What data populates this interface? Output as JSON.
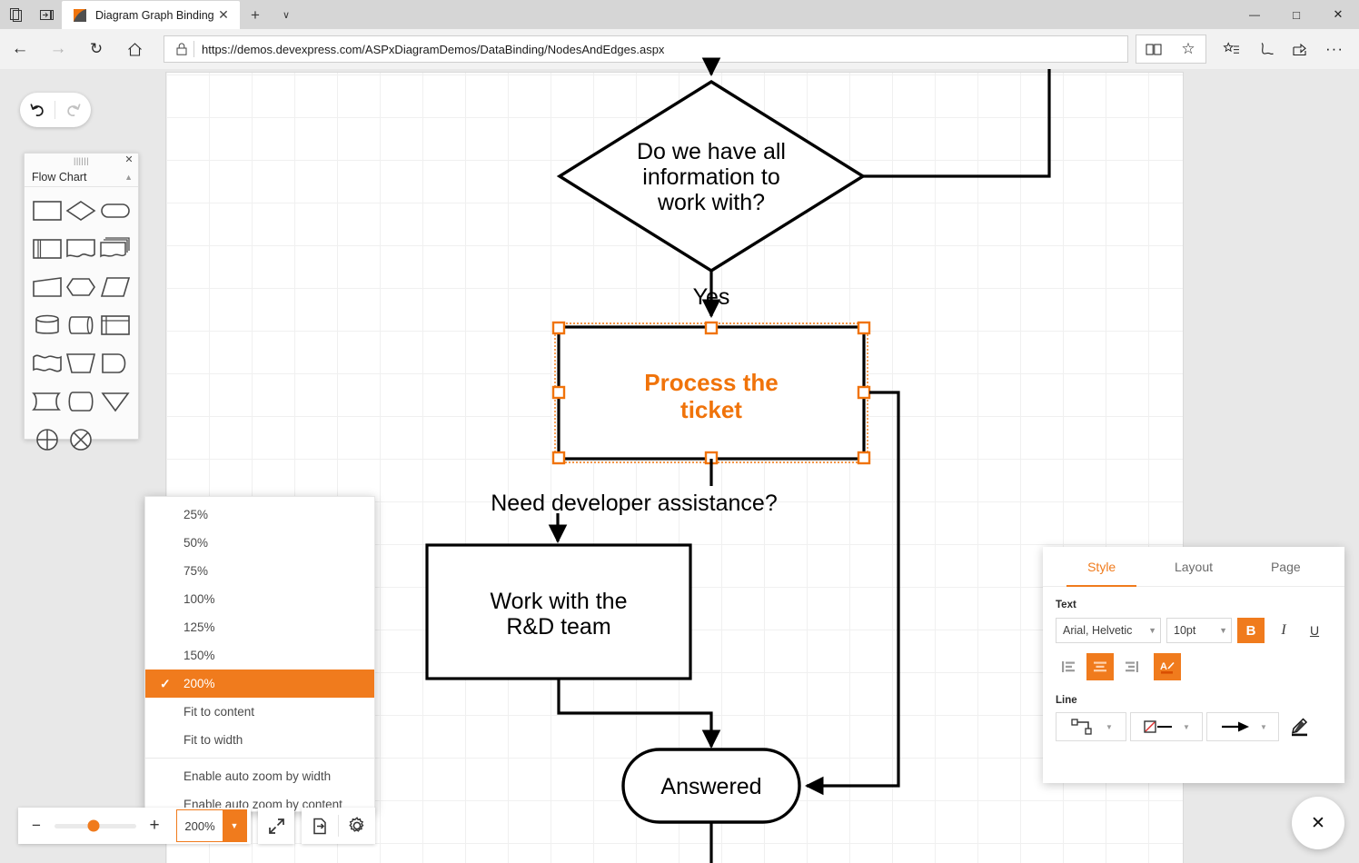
{
  "browser": {
    "tab": {
      "title": "Diagram Graph Binding",
      "favicon": "devexpress-logo-icon",
      "close": "✕"
    },
    "new_tab": "+",
    "tab_list": "∨",
    "window_controls": {
      "minimize": "—",
      "maximize": "□",
      "close": "✕"
    },
    "nav": {
      "back": "←",
      "forward": "→",
      "refresh": "↻",
      "home": "⌂",
      "lock": "lock-icon",
      "url": "https://demos.devexpress.com/ASPxDiagramDemos/DataBinding/NodesAndEdges.aspx",
      "reading_view": "book-icon",
      "favorite": "☆",
      "hub": "favorites-hub-icon",
      "notes": "web-notes-icon",
      "share": "share-icon",
      "settings": "···"
    }
  },
  "history": {
    "undo": "undo-icon",
    "redo": "redo-icon"
  },
  "toolbox": {
    "title": "Flow Chart",
    "close": "✕",
    "collapse": "▲",
    "shapes": [
      "process",
      "decision",
      "terminator",
      "predefined-process",
      "document",
      "multiple-documents",
      "manual-input",
      "preparation",
      "data",
      "database",
      "direct-data",
      "internal-storage",
      "paper-tape",
      "manual-operation",
      "stored-data",
      "delay",
      "display",
      "merge",
      "or",
      "summing-junction"
    ]
  },
  "zoom_menu": {
    "items": [
      {
        "label": "25%",
        "selected": false,
        "separator_before": false
      },
      {
        "label": "50%",
        "selected": false,
        "separator_before": false
      },
      {
        "label": "75%",
        "selected": false,
        "separator_before": false
      },
      {
        "label": "100%",
        "selected": false,
        "separator_before": false
      },
      {
        "label": "125%",
        "selected": false,
        "separator_before": false
      },
      {
        "label": "150%",
        "selected": false,
        "separator_before": false
      },
      {
        "label": "200%",
        "selected": true,
        "separator_before": false
      },
      {
        "label": "Fit to content",
        "selected": false,
        "separator_before": false
      },
      {
        "label": "Fit to width",
        "selected": false,
        "separator_before": false
      },
      {
        "label": "Enable auto zoom by width",
        "selected": false,
        "separator_before": true
      },
      {
        "label": "Enable auto zoom by content",
        "selected": false,
        "separator_before": false
      }
    ],
    "check_glyph": "✓"
  },
  "zoom_toolbar": {
    "zoom_out": "−",
    "zoom_in": "+",
    "value": "200%",
    "dropdown_arrow": "▼",
    "fullscreen": "fullscreen-icon",
    "export": "export-icon",
    "settings": "gear-icon"
  },
  "properties": {
    "tabs": [
      {
        "label": "Style",
        "active": true
      },
      {
        "label": "Layout",
        "active": false
      },
      {
        "label": "Page",
        "active": false
      }
    ],
    "text_section": {
      "label": "Text",
      "font_family": "Arial, Helvetic",
      "font_size": "10pt",
      "bold": "B",
      "italic": "I",
      "underline": "U",
      "bold_active": true,
      "italic_active": false,
      "underline_active": false,
      "align_left": "align-left-icon",
      "align_center": "align-center-icon",
      "align_right": "align-right-icon",
      "font_color": "font-color-icon",
      "align_left_active": false,
      "align_center_active": true,
      "align_right_active": false,
      "font_color_active": true,
      "dropdown_arrow": "▼"
    },
    "line_section": {
      "label": "Line",
      "connector_style": "orthogonal-connector-icon",
      "line_style": "line-style-icon",
      "arrow_style": "arrow-end-icon",
      "line_color": "line-color-icon",
      "dropdown_arrow": "▼"
    }
  },
  "fab": {
    "close": "✕"
  },
  "diagram": {
    "accent_color": "#F0730A",
    "nodes": [
      {
        "id": "decision1",
        "type": "decision",
        "text": "Do we have all\ninformation to\nwork with?",
        "selected": false
      },
      {
        "id": "process1",
        "type": "process",
        "text": "Process the\nticket",
        "selected": true,
        "text_color": "#F0730A",
        "bold": true
      },
      {
        "id": "process2",
        "type": "process",
        "text": "Work with the\nR&D team",
        "selected": false
      },
      {
        "id": "terminator1",
        "type": "terminator",
        "text": "Answered",
        "selected": false
      }
    ],
    "edge_labels": [
      {
        "text": "Yes"
      },
      {
        "text": "Need developer assistance?"
      }
    ]
  }
}
